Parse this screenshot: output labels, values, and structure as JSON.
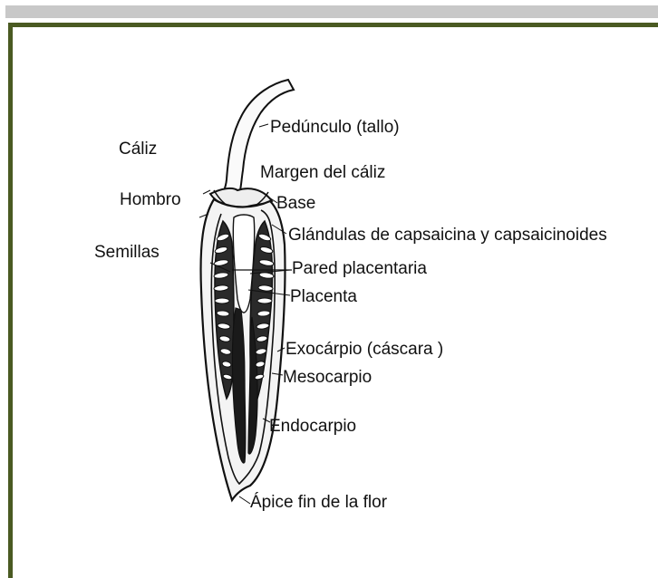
{
  "labels": {
    "caliz": "Cáliz",
    "hombro": "Hombro",
    "semillas": "Semillas",
    "pedunculo": "Pedúnculo (tallo)",
    "margen": "Margen del cáliz",
    "base": "Base",
    "glandulas": "Glándulas de capsaicina y capsaicinoides",
    "pared": "Pared placentaria",
    "placenta": "Placenta",
    "exocarpio": "Exocárpio (cáscara  )",
    "mesocarpio": "Mesocarpio",
    "endocarpio": "Endocarpio",
    "apice": "Ápice fin de la flor"
  },
  "colors": {
    "frame": "#4a5a22",
    "top_bar": "#c8c8c8",
    "ink": "#111111"
  }
}
